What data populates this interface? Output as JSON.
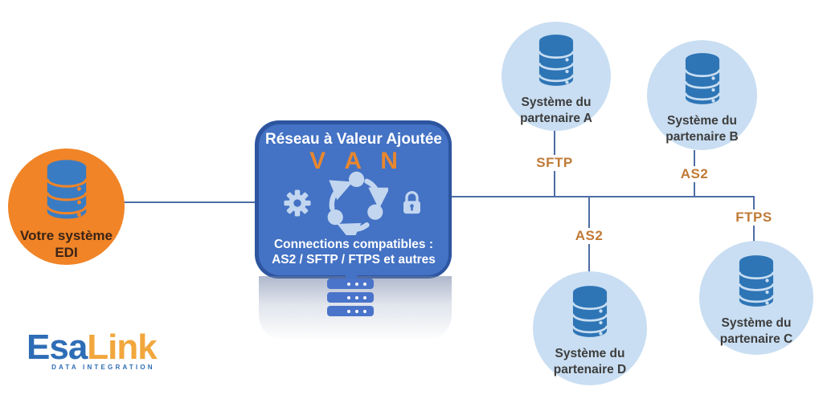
{
  "diagram": {
    "edi_node": {
      "line1": "Votre système",
      "line2": "EDI"
    },
    "van": {
      "title": "Réseau à Valeur Ajoutée",
      "acronym": "V A N",
      "compat_line1": "Connections compatibles :",
      "compat_line2": "AS2 / SFTP / FTPS et autres"
    },
    "partners": [
      {
        "line1": "Système du",
        "line2": "partenaire A",
        "protocol": "SFTP"
      },
      {
        "line1": "Système du",
        "line2": "partenaire B",
        "protocol": "AS2"
      },
      {
        "line1": "Système du",
        "line2": "partenaire C",
        "protocol": "FTPS"
      },
      {
        "line1": "Système du",
        "line2": "partenaire D",
        "protocol": "AS2"
      }
    ]
  },
  "logo": {
    "name_part1": "Esa",
    "name_part2": "Link",
    "tagline": "DATA INTEGRATION"
  },
  "colors": {
    "edi_circle": "#f08427",
    "partner_circle": "#c9def2",
    "database_icon": "#2e75b6",
    "van_box": "#4472c4",
    "van_box_edge": "#2d55a0",
    "accent_orange": "#e8872e",
    "protocol_label_text": "#c07a35",
    "connector_line": "#4e6da6",
    "logo_blue": "#2e6db6",
    "logo_orange": "#f1a73c"
  }
}
